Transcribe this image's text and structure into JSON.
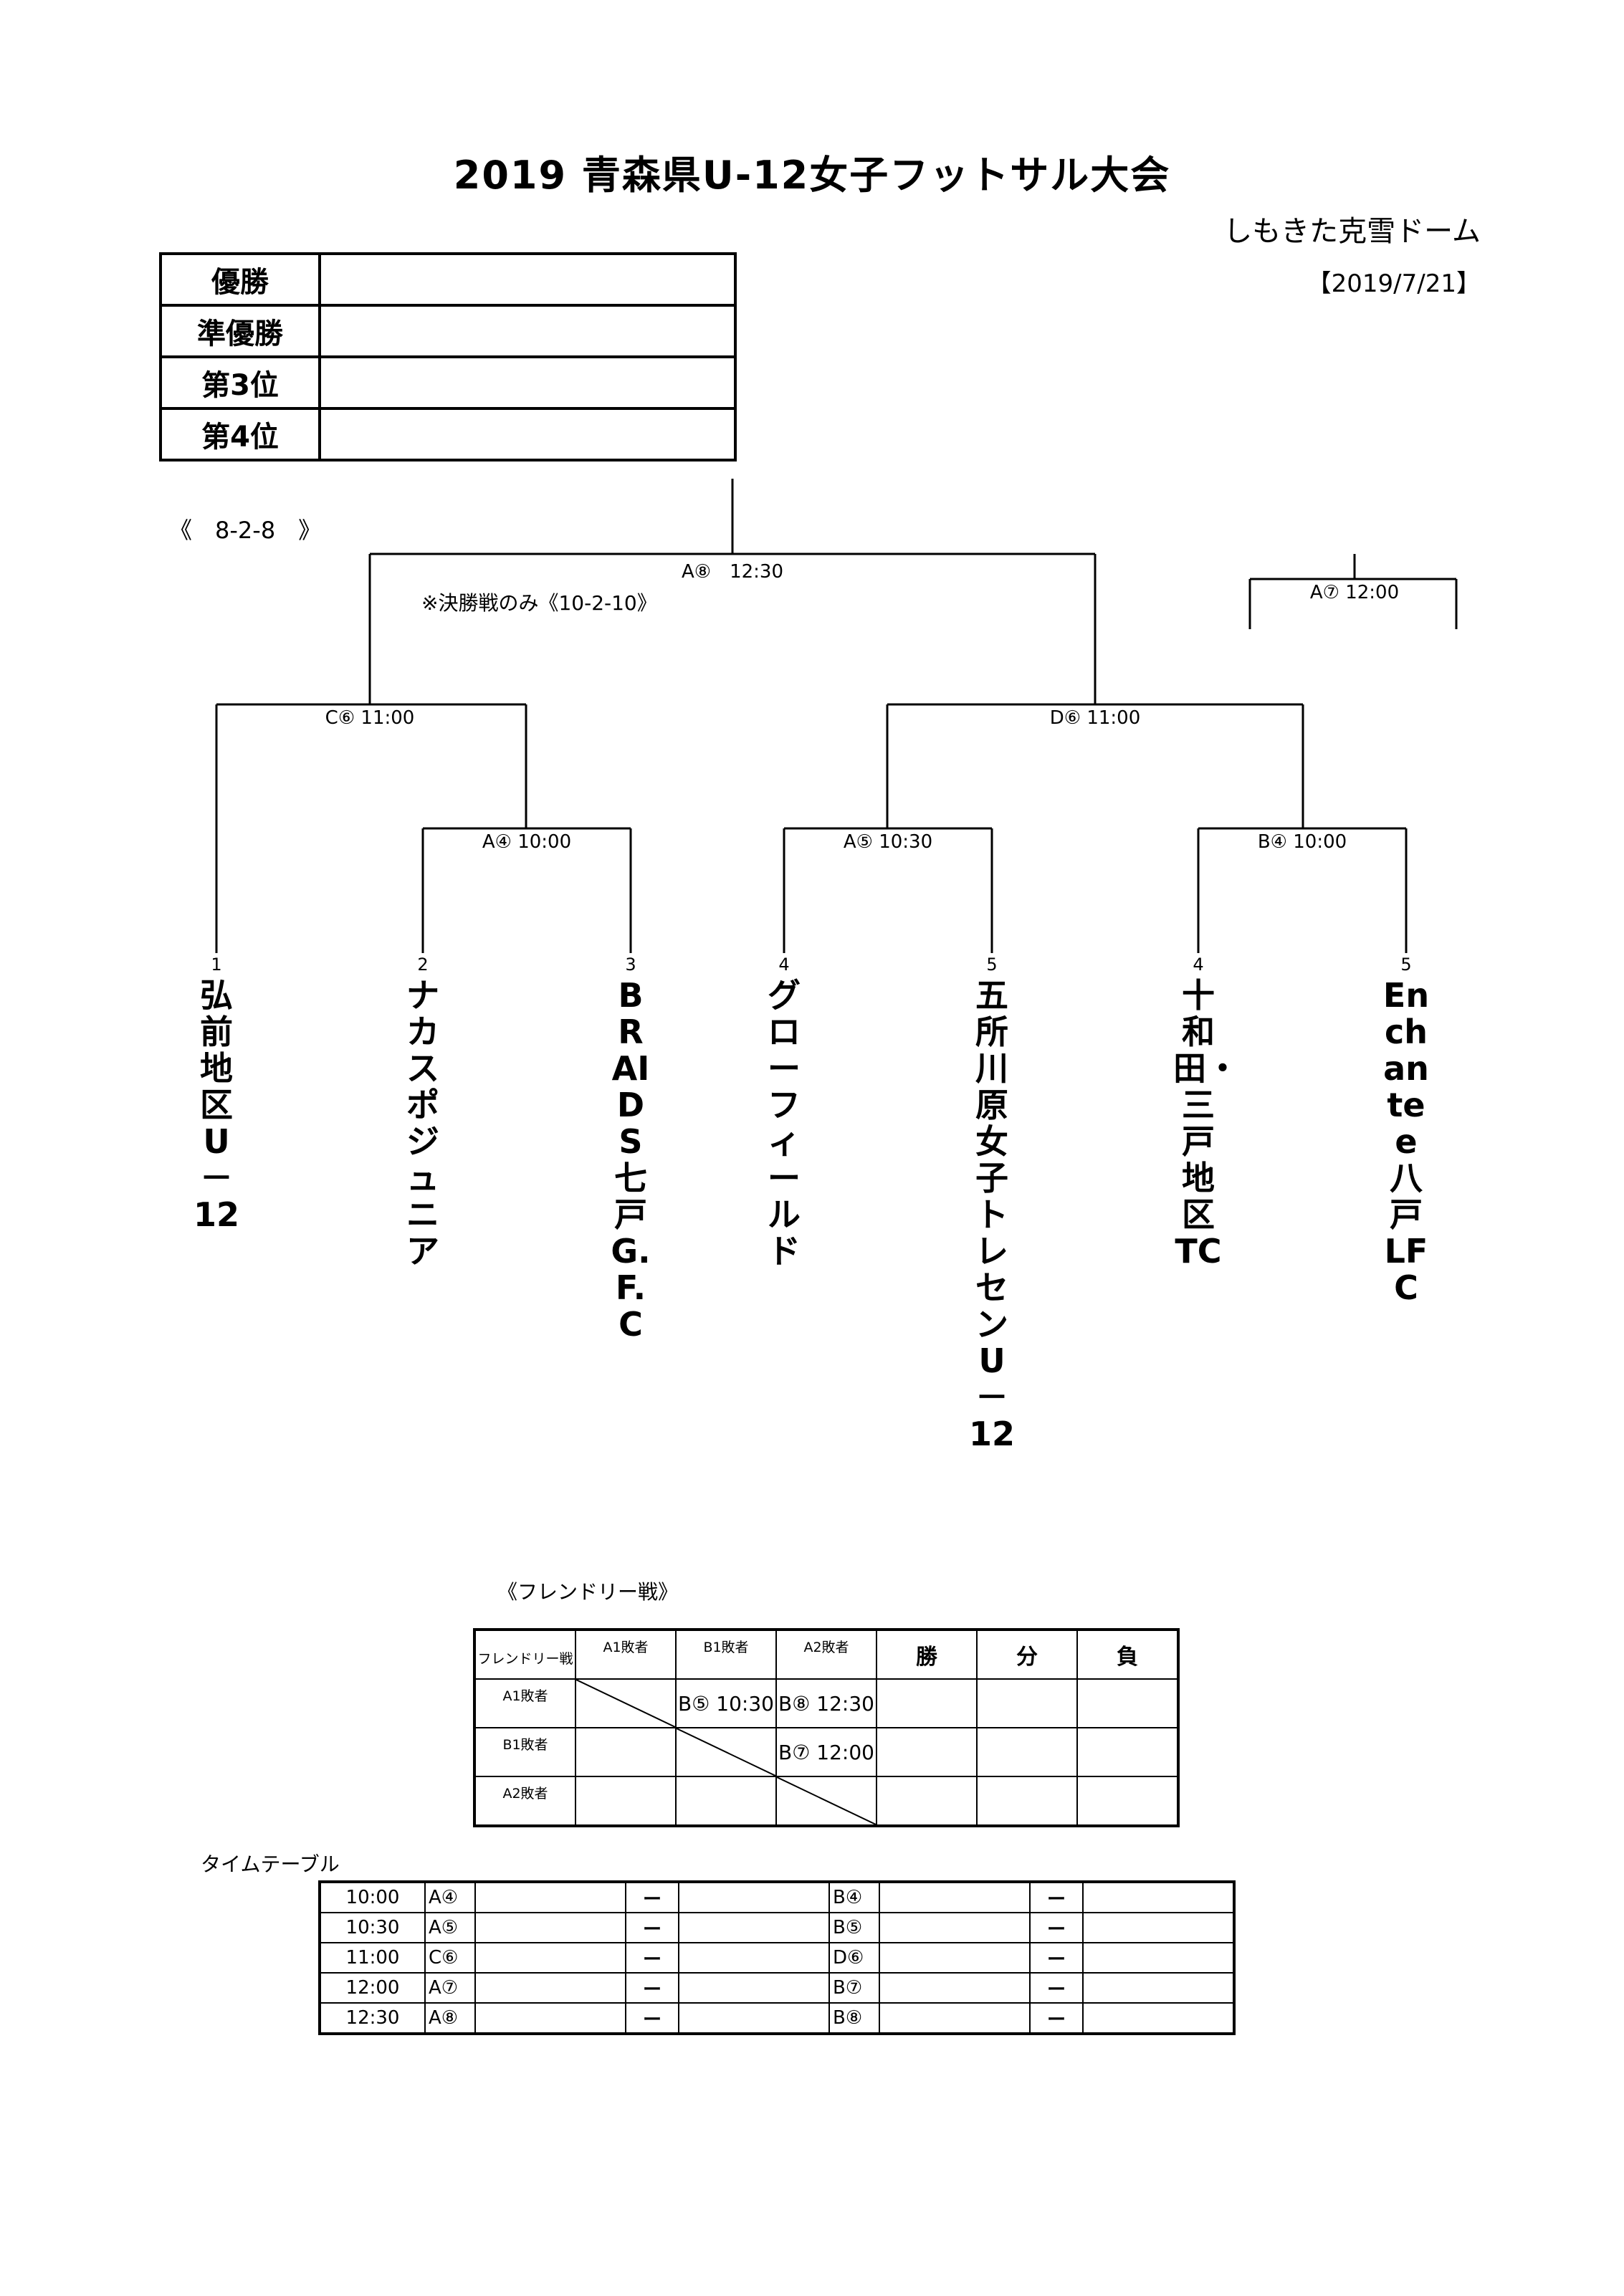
{
  "title": "2019 青森県U-12女子フットサル大会",
  "venue": "しもきた克雪ドーム",
  "date": "【2019/7/21】",
  "ranking": [
    {
      "label": "優勝",
      "value": ""
    },
    {
      "label": "準優勝",
      "value": ""
    },
    {
      "label": "第3位",
      "value": ""
    },
    {
      "label": "第4位",
      "value": ""
    }
  ],
  "format": "《　8-2-8　》",
  "final_note": "※決勝戦のみ《10-2-10》",
  "matches": {
    "final": "A⑧　12:30",
    "third_place": "A⑦ 12:00",
    "semi_left": "C⑥ 11:00",
    "semi_right": "D⑥ 11:00",
    "qf_a4": "A④ 10:00",
    "qf_a5": "A⑤ 10:30",
    "qf_b4": "B④ 10:00"
  },
  "teams": [
    {
      "seed": "1",
      "name": "弘前地区U－12"
    },
    {
      "seed": "2",
      "name": "ナカスポジュニア"
    },
    {
      "seed": "3",
      "name": "BRAIDS七戸G.F.C"
    },
    {
      "seed": "4",
      "name": "グローフィールド"
    },
    {
      "seed": "5",
      "name": "五所川原女子トレセンU－12"
    },
    {
      "seed": "4",
      "name": "十和田・三戸地区TC"
    },
    {
      "seed": "5",
      "name": "Enchantee八戸LFC"
    }
  ],
  "friendly": {
    "title": "《フレンドリー戦》",
    "corner": "フレンドリー戦",
    "cols": [
      "A1敗者",
      "B1敗者",
      "A2敗者"
    ],
    "result_cols": [
      "勝",
      "分",
      "負"
    ],
    "rows": [
      {
        "label": "A1敗者",
        "cells": [
          "",
          "B⑤ 10:30",
          "B⑧ 12:30"
        ]
      },
      {
        "label": "B1敗者",
        "cells": [
          "",
          "",
          "B⑦ 12:00"
        ]
      },
      {
        "label": "A2敗者",
        "cells": [
          "",
          "",
          ""
        ]
      }
    ]
  },
  "timetable": {
    "title": "タイムテーブル",
    "dash": "ー",
    "rows": [
      {
        "time": "10:00",
        "a": "A④",
        "b": "B④"
      },
      {
        "time": "10:30",
        "a": "A⑤",
        "b": "B⑤"
      },
      {
        "time": "11:00",
        "a": "C⑥",
        "b": "D⑥"
      },
      {
        "time": "12:00",
        "a": "A⑦",
        "b": "B⑦"
      },
      {
        "time": "12:30",
        "a": "A⑧",
        "b": "B⑧"
      }
    ]
  }
}
